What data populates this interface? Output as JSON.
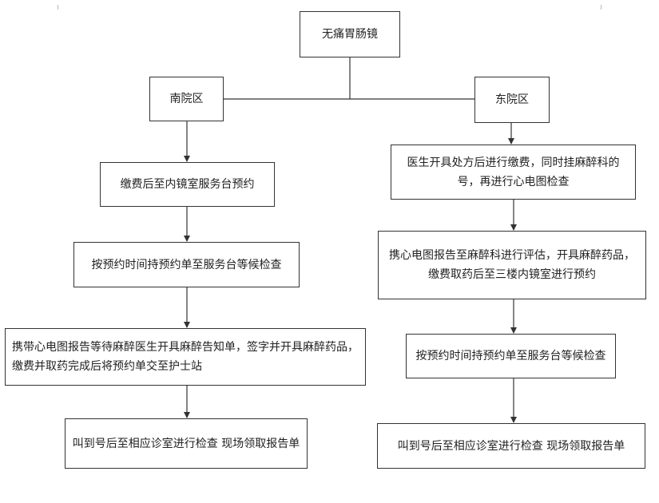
{
  "diagram": {
    "root": "无痛胃肠镜",
    "south": {
      "title": "南院区",
      "steps": [
        "缴费后至内镜室服务台预约",
        "按预约时间持预约单至服务台等候检查",
        "携带心电图报告等待麻醉医生开具麻醉告知单，签字并开具麻醉药品，缴费并取药完成后将预约单交至护士站",
        "叫到号后至相应诊室进行检查 现场领取报告单"
      ]
    },
    "east": {
      "title": "东院区",
      "steps": [
        "医生开具处方后进行缴费，同时挂麻醉科的号，再进行心电图检查",
        "携心电图报告至麻醉科进行评估，开具麻醉药品，缴费取药后至三楼内镜室进行预约",
        "按预约时间持预约单至服务台等候检查",
        "叫到号后至相应诊室进行检查 现场领取报告单"
      ]
    }
  }
}
